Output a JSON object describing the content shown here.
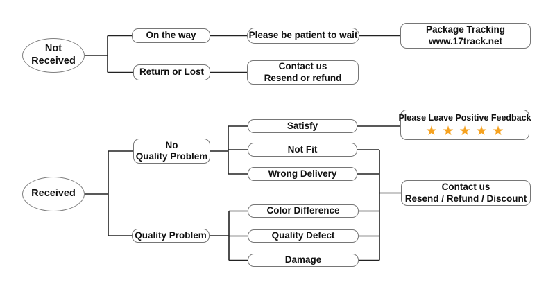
{
  "diagram": {
    "background_color": "#ffffff",
    "line_color": "#222222",
    "box_border_color": "#767676",
    "star_color": "#F6A21F",
    "star_count": 5,
    "nodes": {
      "not_received": {
        "line1": "Not",
        "line2": "Received"
      },
      "on_the_way": {
        "label": "On the way"
      },
      "be_patient": {
        "label": "Please be patient to wait"
      },
      "package_tracking": {
        "line1": "Package Tracking",
        "line2": "www.17track.net"
      },
      "return_or_lost": {
        "label": "Return or Lost"
      },
      "contact_not_received": {
        "line1": "Contact us",
        "line2": "Resend or refund"
      },
      "received": {
        "label": "Received"
      },
      "no_quality_problem": {
        "line1": "No",
        "line2": "Quality Problem"
      },
      "satisfy": {
        "label": "Satisfy"
      },
      "not_fit": {
        "label": "Not Fit"
      },
      "wrong_delivery": {
        "label": "Wrong Delivery"
      },
      "positive_feedback": {
        "label": "Please Leave Positive Feedback",
        "stars": "★★★★★"
      },
      "quality_problem": {
        "label": "Quality Problem"
      },
      "color_difference": {
        "label": "Color Difference"
      },
      "quality_defect": {
        "label": "Quality Defect"
      },
      "damage": {
        "label": "Damage"
      },
      "contact_received": {
        "line1": "Contact us",
        "line2": "Resend / Refund / Discount"
      }
    }
  }
}
